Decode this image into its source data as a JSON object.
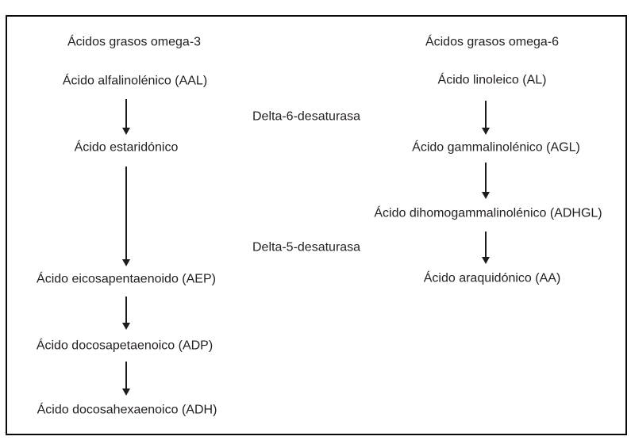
{
  "diagram": {
    "title_left": "Ácidos grasos omega-3",
    "title_right": "Ácidos grasos omega-6",
    "omega3_pathway": {
      "nodes": [
        "Ácido alfalinolénico (AAL)",
        "Ácido estaridónico",
        "Ácido eicosapentaenoido (AEP)",
        "Ácido docosapetaenoico (ADP)",
        "Ácido docosahexaenoico (ADH)"
      ]
    },
    "omega6_pathway": {
      "nodes": [
        "Ácido linoleico (AL)",
        "Ácido gammalinolénico (AGL)",
        "Ácido dihomogammalinolénico (ADHGL)",
        "Ácido araquidónico (AA)"
      ]
    },
    "enzymes": [
      "Delta-6-desaturasa",
      "Delta-5-desaturasa"
    ],
    "colors": {
      "text": "#231f20",
      "border": "#0a0a0a",
      "background": "#ffffff"
    }
  }
}
